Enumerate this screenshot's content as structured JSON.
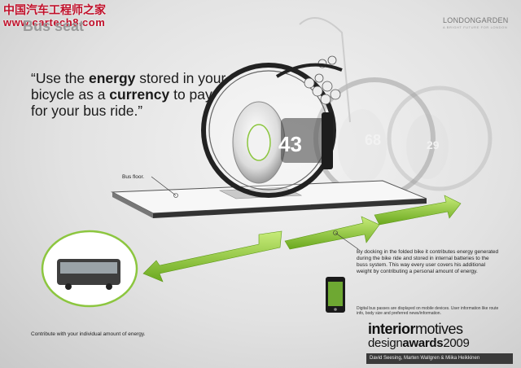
{
  "watermark": {
    "cn": "中国汽车工程师之家",
    "url": "www.cartech8.com"
  },
  "title": "Bus seat",
  "brand": {
    "name": "LONDONGARDEN",
    "tagline": "A BRIGHT FUTURE FOR LONDON"
  },
  "quote": {
    "p1": "“Use the ",
    "k1": "energy",
    "p2": " stored in your bicycle as a ",
    "k2": "currency",
    "p3": " to pay for your bus ride.”"
  },
  "labels": {
    "bus_floor": "Bus floor.",
    "dock_text": "By docking in the folded bike it contributes energy generated during the bike ride and stored in internal batteries to the buss system. This way every user covers his additional weight by contributing a personal amount of energy.",
    "mobile_text": "Digital bus passes are displayed on mobile devices. User information like route info, body size and preferred news/information.",
    "contribute": "Contribute with your individual amount of energy."
  },
  "seat_numbers": [
    "43",
    "68",
    "29"
  ],
  "logo": {
    "im_a": "interior",
    "im_b": "motives",
    "da_a": "design",
    "da_b": "awards",
    "da_year": "2009"
  },
  "authors": "David Seesing, Marten Wallgren & Miika Heikkinen",
  "colors": {
    "accent": "#8cc63f",
    "watermark": "#c0102a"
  }
}
